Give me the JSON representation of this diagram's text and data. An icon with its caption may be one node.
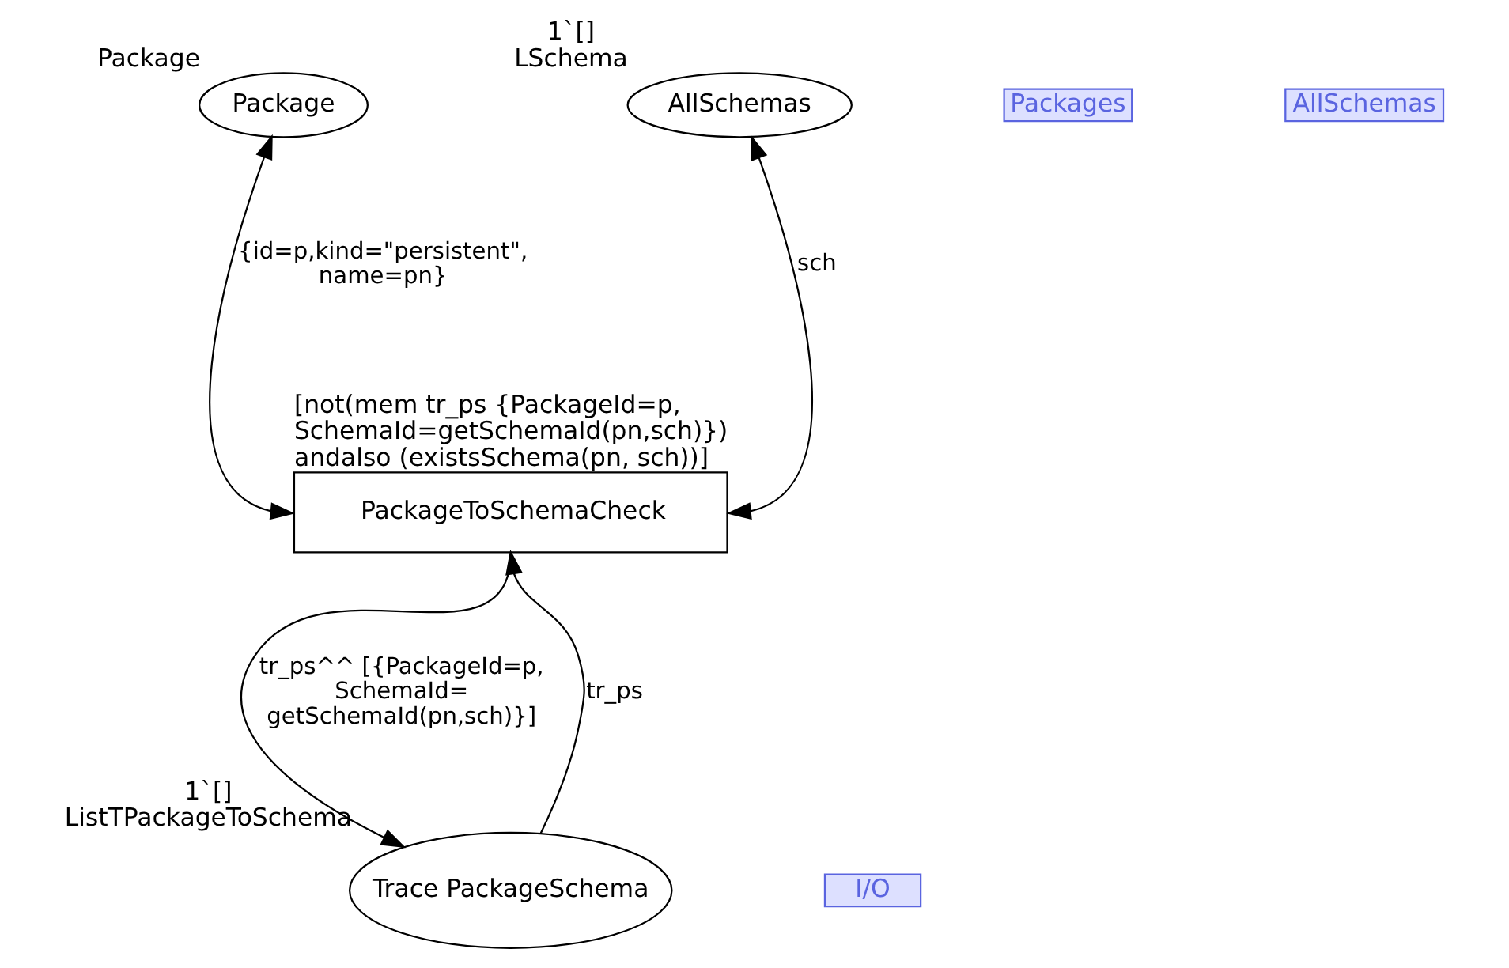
{
  "diagram": {
    "nodes": [
      {
        "text": [
          "Package"
        ],
        "beside": [
          "Package"
        ]
      },
      {
        "text": [
          "Packages"
        ]
      },
      {
        "text": [
          "AllSchemas"
        ],
        "beside": [
          "1`[]",
          "LSchema"
        ]
      },
      {
        "text": [
          "AllSchemas"
        ]
      },
      {
        "text": [
          "PackageToSchemaCheck"
        ],
        "beside": [
          "[not(mem tr_ps {PackageId=p, SchemaId=getSchemaId(pn,sch)}) andalso (existsSchema(pn, sch))]"
        ]
      },
      {
        "text": [
          "Trace PackageSchema"
        ],
        "beside": [
          "1`[]",
          "ListTPackageToSchema"
        ]
      },
      {
        "text": [
          "I/O"
        ]
      }
    ],
    "edges": [
      {
        "from": 0,
        "to": 4,
        "arrow": "both",
        "label": "{id=p,kind=\"persistent\", name=pn}"
      },
      {
        "from": 2,
        "to": 4,
        "arrow": "both",
        "label": "sch"
      },
      {
        "from": 4,
        "to": 5,
        "arrow": "to",
        "label": "tr_ps^^ [{PackageId=p, SchemaId= getSchemaId(pn,sch)}]"
      },
      {
        "from": 5,
        "to": 4,
        "arrow": "to",
        "label": "tr_ps"
      }
    ]
  }
}
